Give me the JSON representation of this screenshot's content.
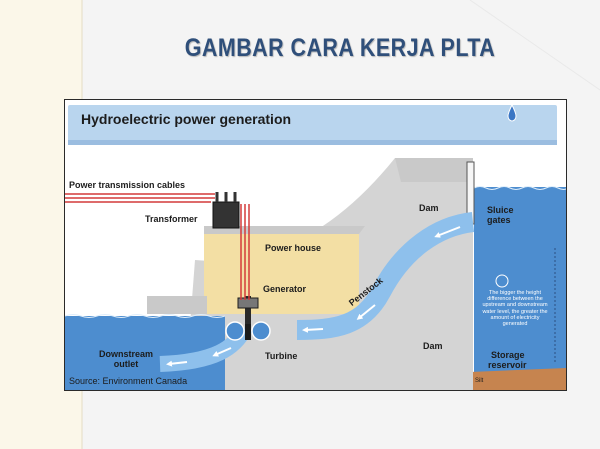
{
  "slide": {
    "title": "GAMBAR CARA KERJA PLTA"
  },
  "diagram": {
    "header": "Hydroelectric power generation",
    "labels": {
      "power_cables": "Power transmission cables",
      "transformer": "Transformer",
      "power_house": "Power house",
      "generator": "Generator",
      "dam_top": "Dam",
      "sluice_1": "Sluice",
      "sluice_2": "gates",
      "penstock": "Penstock",
      "turbine": "Turbine",
      "dam_bottom": "Dam",
      "downstream_1": "Downstream",
      "downstream_2": "outlet",
      "storage_1": "Storage",
      "storage_2": "reservoir",
      "silt": "Silt",
      "note": "The bigger the height difference between the upstream and downstream water level, the greater the amount of electricity generated"
    },
    "source": "Source: Environment Canada",
    "colors": {
      "title": "#2f4f7a",
      "header_band": "#b9d5ee",
      "reservoir": "#4d8dcf",
      "water_flow": "#8ec0ec",
      "dam": "#d4d4d4",
      "power_house": "#f3dfa4",
      "cables": "#d43a3a"
    }
  }
}
